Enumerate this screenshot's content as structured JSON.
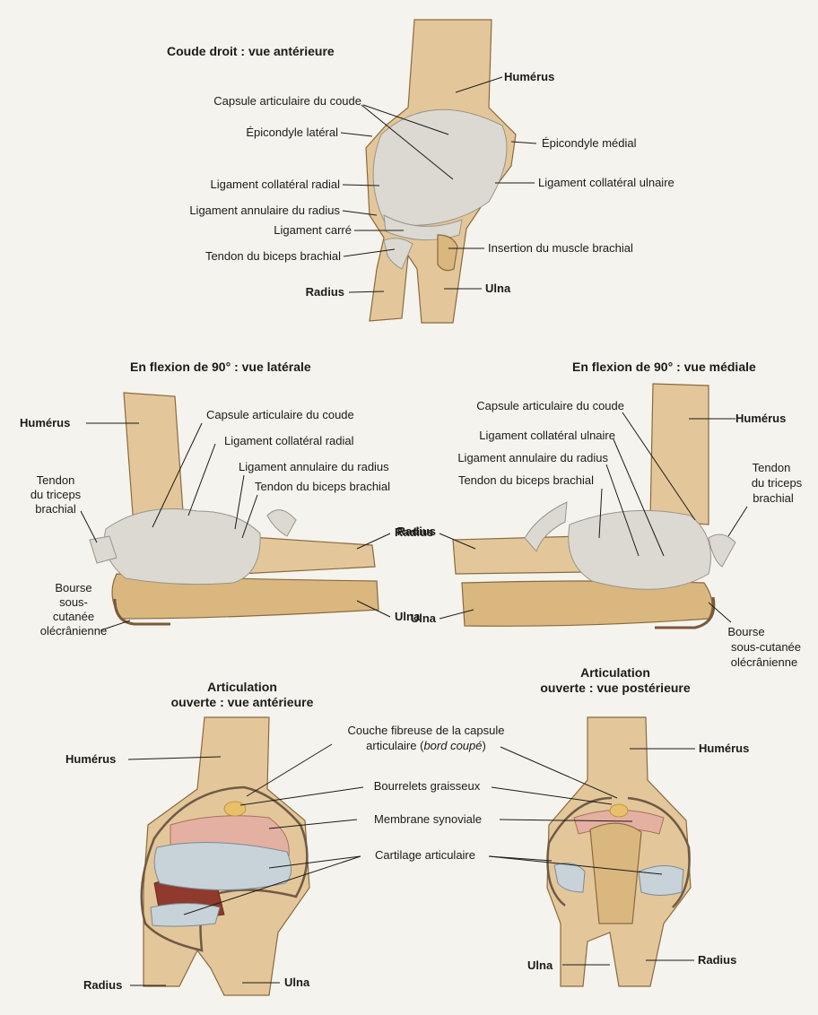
{
  "titles": {
    "anterior": "Coude droit : vue antérieure",
    "lateral": "En flexion de 90° : vue latérale",
    "medial": "En flexion de 90° : vue médiale",
    "open_anterior_1": "Articulation",
    "open_anterior_2": "ouverte : vue antérieure",
    "open_posterior_1": "Articulation",
    "open_posterior_2": "ouverte : vue postérieure"
  },
  "anterior": {
    "humerus": "Humérus",
    "capsule": "Capsule articulaire du coude",
    "lateral_epicondyle": "Épicondyle latéral",
    "medial_epicondyle": "Épicondyle médial",
    "radial_collateral": "Ligament collatéral radial",
    "ulnar_collateral": "Ligament collatéral ulnaire",
    "annular": "Ligament annulaire du radius",
    "quadrate": "Ligament carré",
    "brachialis_insertion": "Insertion du muscle brachial",
    "biceps_tendon": "Tendon du biceps brachial",
    "radius": "Radius",
    "ulna": "Ulna"
  },
  "lateral": {
    "humerus": "Humérus",
    "capsule": "Capsule articulaire du coude",
    "radial_collateral": "Ligament collatéral radial",
    "annular": "Ligament annulaire du radius",
    "biceps_tendon": "Tendon du biceps brachial",
    "triceps_1": "Tendon",
    "triceps_2": "du triceps",
    "triceps_3": "brachial",
    "radius": "Radius",
    "ulna": "Ulna",
    "bursa_1": "Bourse",
    "bursa_2": "sous-",
    "bursa_3": "cutanée",
    "bursa_4": "olécrânienne"
  },
  "medial": {
    "humerus": "Humérus",
    "capsule": "Capsule articulaire du coude",
    "ulnar_collateral": "Ligament collatéral ulnaire",
    "annular": "Ligament annulaire du radius",
    "biceps_tendon": "Tendon du biceps brachial",
    "triceps_1": "Tendon",
    "triceps_2": "du triceps",
    "triceps_3": "brachial",
    "radius": "Radius",
    "ulna": "Ulna",
    "bursa_1": "Bourse",
    "bursa_2": "sous-cutanée",
    "bursa_3": "olécrânienne"
  },
  "open": {
    "humerus_left": "Humérus",
    "humerus_right": "Humérus",
    "fibrous_layer_1": "Couche fibreuse de la capsule",
    "fibrous_layer_2a": "articulaire (",
    "fibrous_layer_2b": "bord coupé",
    "fibrous_layer_2c": ")",
    "fat_pads": "Bourrelets graisseux",
    "synovial": "Membrane synoviale",
    "cartilage": "Cartilage articulaire",
    "radius_left": "Radius",
    "ulna_left": "Ulna",
    "ulna_right": "Ulna",
    "radius_right": "Radius"
  }
}
